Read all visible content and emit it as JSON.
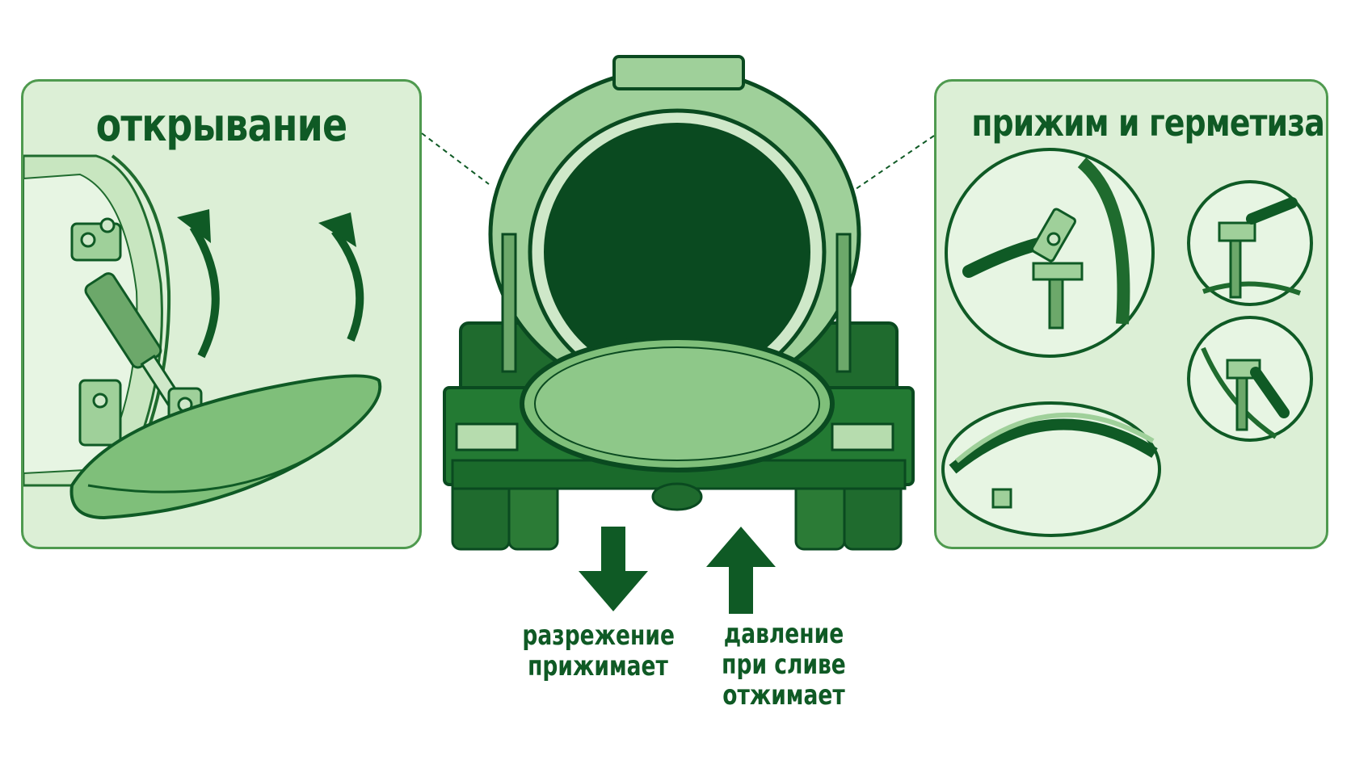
{
  "panels": {
    "left": {
      "title": "открывание",
      "icon": "hydraulic-hinge-opening-illustration"
    },
    "right": {
      "title": "прижим и герметизация",
      "icons": [
        "swing-clamp-detail",
        "clamp-knob-detail",
        "swing-bolt-detail",
        "gasket-seal-detail"
      ]
    }
  },
  "captions": {
    "vacuum": {
      "lines": [
        "разрежение",
        "прижимает"
      ]
    },
    "pressure": {
      "lines": [
        "давление",
        "при сливе",
        "отжимает"
      ]
    }
  },
  "colors": {
    "dark_green": "#0f5a25",
    "panel_fill": "#dcefd6",
    "panel_border": "#4f9a4f",
    "tank_fill": "#9fd09a",
    "tank_dark": "#0a4a20"
  }
}
